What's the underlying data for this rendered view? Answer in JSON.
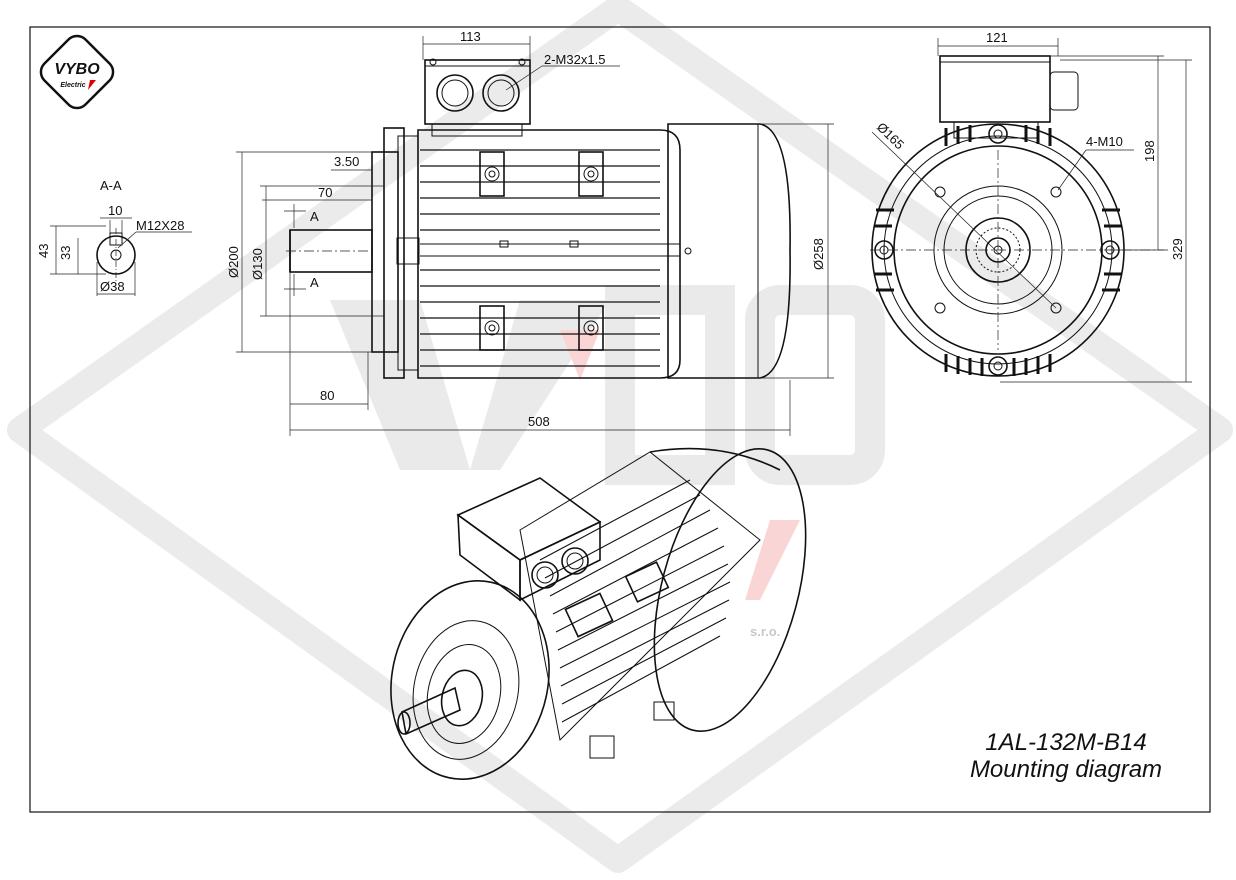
{
  "logo": {
    "brand": "VYBO",
    "sub": "Electric"
  },
  "watermark": {
    "tail": "s.r.o."
  },
  "section_view": {
    "label": "A-A",
    "dims": {
      "key_width": "10",
      "thread": "M12X28",
      "h43": "43",
      "h33": "33",
      "shaft_dia": "Ø38"
    }
  },
  "side_view": {
    "dims": {
      "box_width": "113",
      "cable_glands": "2-M32x1.5",
      "flange_step": "3.50",
      "shaft_len": "70",
      "flange_dia": "Ø200",
      "spigot_dia": "Ø130",
      "section_mark": "A",
      "shaft_total": "80",
      "overall_len": "508",
      "body_dia": "Ø258"
    }
  },
  "front_view": {
    "dims": {
      "box_width": "121",
      "pcd": "Ø165",
      "holes": "4-M10",
      "box_height": "198",
      "total_height": "329"
    }
  },
  "caption": {
    "model": "1AL-132M-B14",
    "subtitle": "Mounting diagram"
  }
}
